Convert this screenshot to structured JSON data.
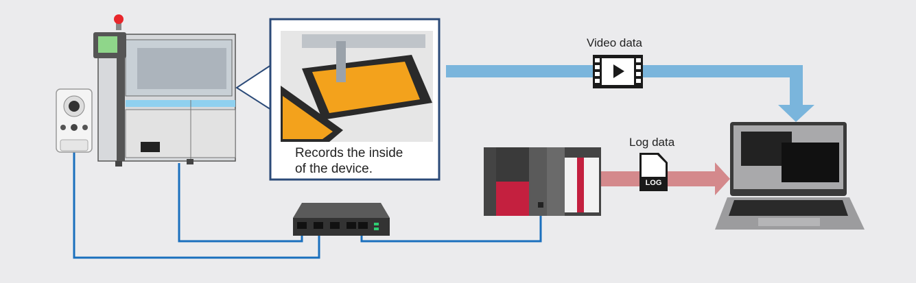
{
  "callout": {
    "line1": "Records the inside",
    "line2": "of the device."
  },
  "video_flow": {
    "label": "Video data",
    "icon": "film-play-icon",
    "color": "#7ab5dc"
  },
  "log_flow": {
    "label": "Log data",
    "icon_text": "LOG",
    "icon": "log-file-icon",
    "color": "#d4898c"
  },
  "network": {
    "cable_color": "#1a6fbd"
  },
  "colors": {
    "callout_border": "#2b4a78",
    "plc_red": "#c4203f"
  }
}
